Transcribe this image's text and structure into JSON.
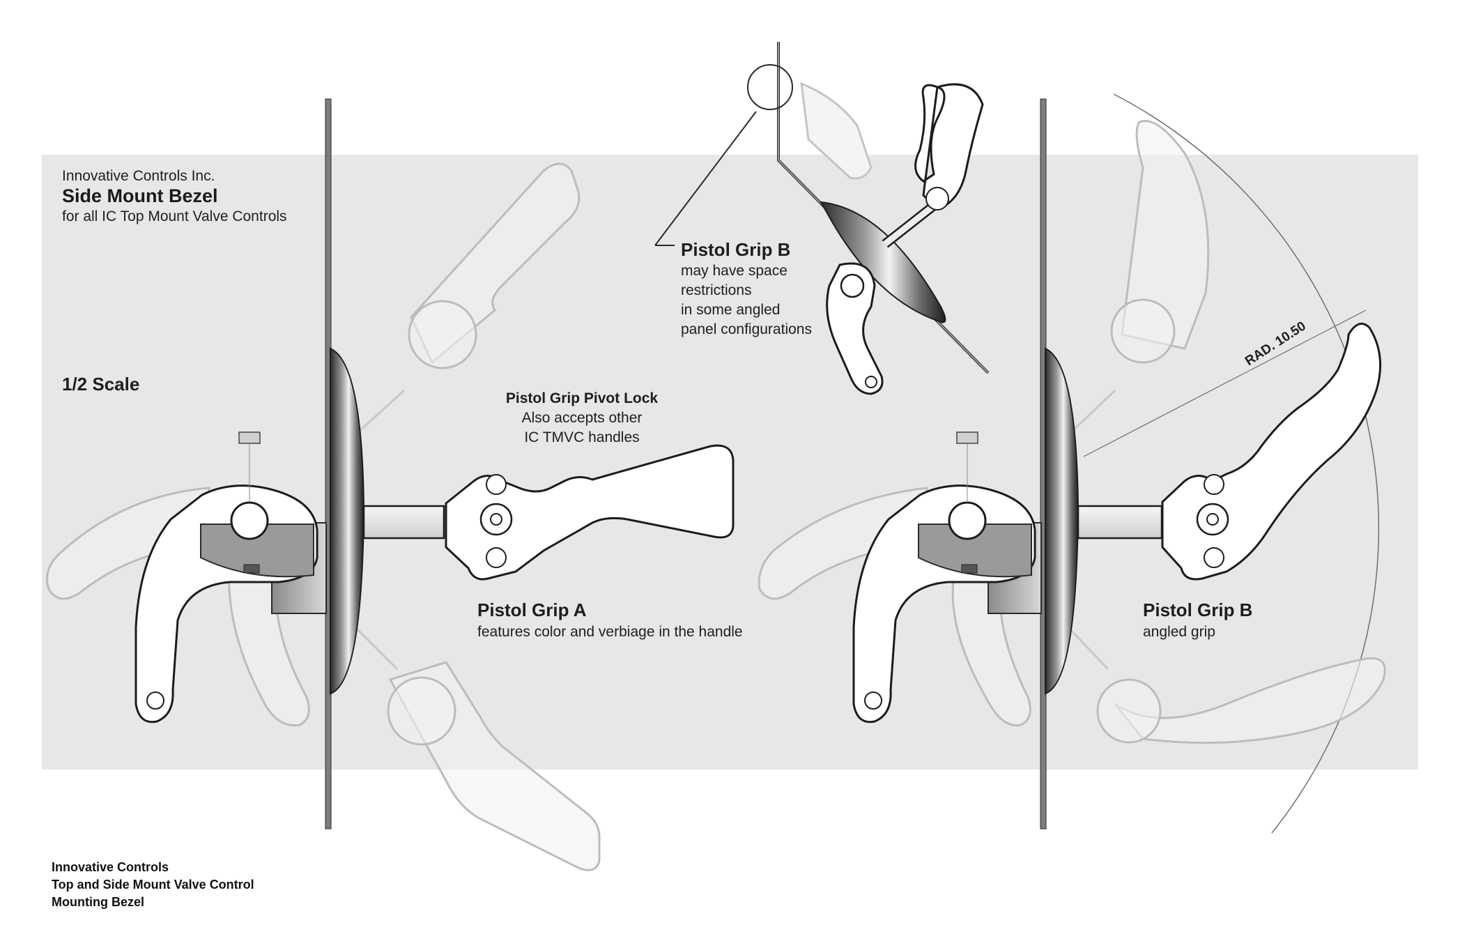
{
  "header": {
    "company": "Innovative Controls Inc.",
    "product": "Side Mount Bezel",
    "subtitle": "for all IC Top Mount Valve Controls"
  },
  "scale_label": "1/2 Scale",
  "callouts": {
    "pivot_lock": {
      "title": "Pistol Grip Pivot Lock",
      "line1": "Also accepts other",
      "line2": "IC TMVC handles"
    },
    "grip_a": {
      "title": "Pistol Grip A",
      "desc": "features color and verbiage in the handle"
    },
    "grip_b_top": {
      "title": "Pistol Grip B",
      "lines": [
        "may have space",
        "restrictions",
        "in some angled",
        "panel configurations"
      ]
    },
    "grip_b_right": {
      "title": "Pistol Grip B",
      "desc": "angled grip"
    },
    "radius": "RAD. 10.50"
  },
  "footer": {
    "line1": "Innovative Controls",
    "line2": "Top and Side Mount Valve Control",
    "line3": "Mounting Bezel"
  },
  "colors": {
    "panel_bg": "#e6e7e8",
    "line": "#2a2a2a",
    "ghost": "#bdbdbd"
  }
}
